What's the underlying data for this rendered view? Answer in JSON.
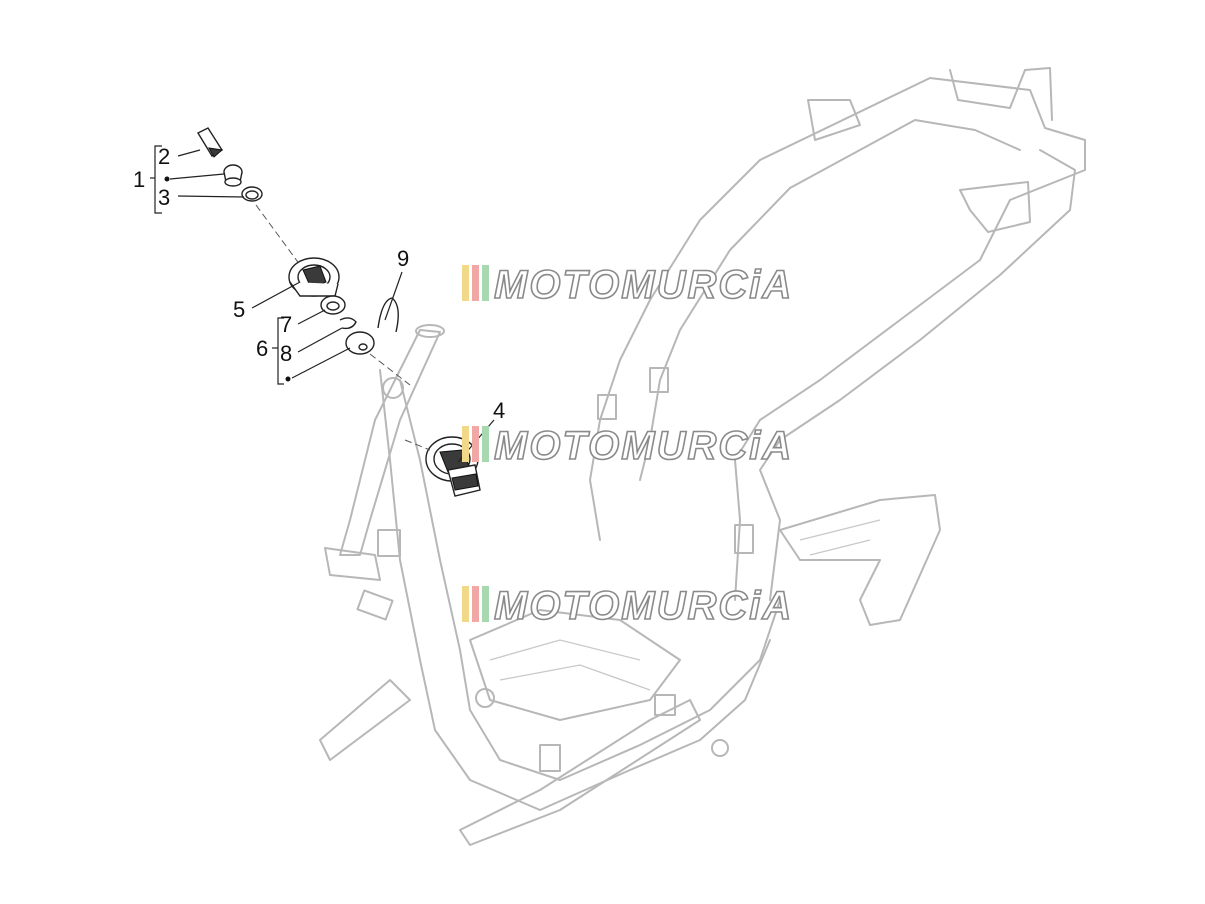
{
  "callouts": {
    "c1": "1",
    "c2": "2",
    "c3": "3",
    "c4": "4",
    "c5": "5",
    "c6": "6",
    "c7": "7",
    "c8": "8",
    "c9": "9"
  },
  "watermark": {
    "text": "MOTOMURCiA",
    "stripe_colors": [
      "#f2d98a",
      "#f2a7a7",
      "#a8d8b0"
    ]
  },
  "colors": {
    "frame": "#b7b7b7",
    "parts": "#222222",
    "background": "#ffffff"
  }
}
